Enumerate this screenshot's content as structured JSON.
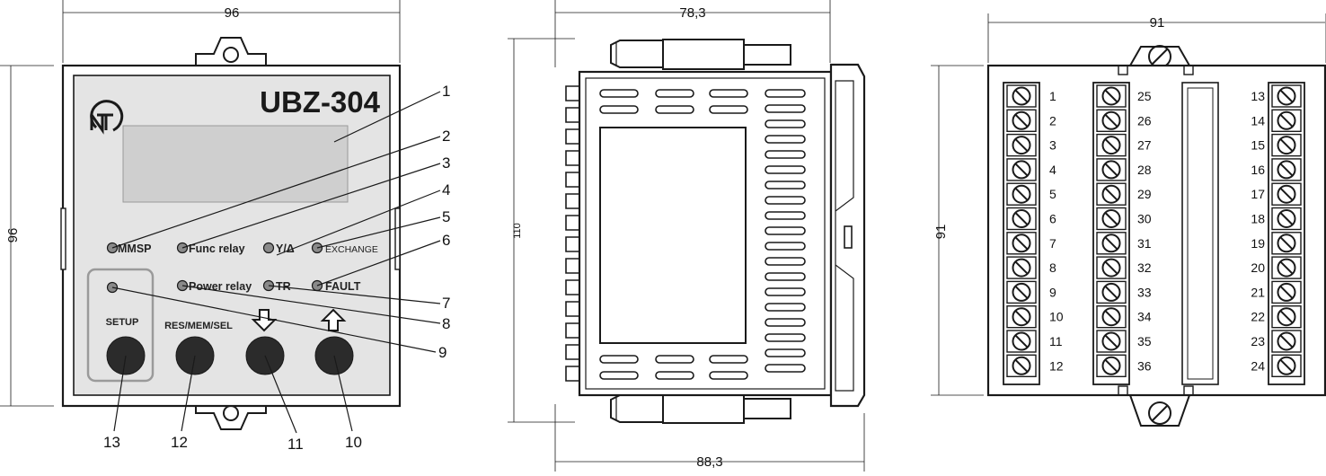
{
  "front_view": {
    "width_dim": "96",
    "height_dim": "96",
    "model": "UBZ-304",
    "leds_row1": [
      "MMSP",
      "Func relay",
      "Y/Δ",
      "EXCHANGE"
    ],
    "leds_row2": [
      "Power relay",
      "TR",
      "FAULT"
    ],
    "button_labels": [
      "SETUP",
      "RES/MEM/SEL"
    ],
    "callouts": [
      "1",
      "2",
      "3",
      "4",
      "5",
      "6",
      "7",
      "8",
      "9",
      "10",
      "11",
      "12",
      "13"
    ]
  },
  "side_view": {
    "top_dim": "78,3",
    "bottom_dim": "88,3",
    "height_dim": "110"
  },
  "rear_view": {
    "width_dim": "91",
    "height_dim": "91",
    "terminals_left": [
      "1",
      "2",
      "3",
      "4",
      "5",
      "6",
      "7",
      "8",
      "9",
      "10",
      "11",
      "12"
    ],
    "terminals_middle": [
      "25",
      "26",
      "27",
      "28",
      "29",
      "30",
      "31",
      "32",
      "33",
      "34",
      "35",
      "36"
    ],
    "terminals_right": [
      "13",
      "14",
      "15",
      "16",
      "17",
      "18",
      "19",
      "20",
      "21",
      "22",
      "23",
      "24"
    ]
  },
  "colors": {
    "panel": "#e4e4e4",
    "led": "#8a8a8a",
    "button": "#2b2b2b",
    "line": "#1a1a1a"
  }
}
